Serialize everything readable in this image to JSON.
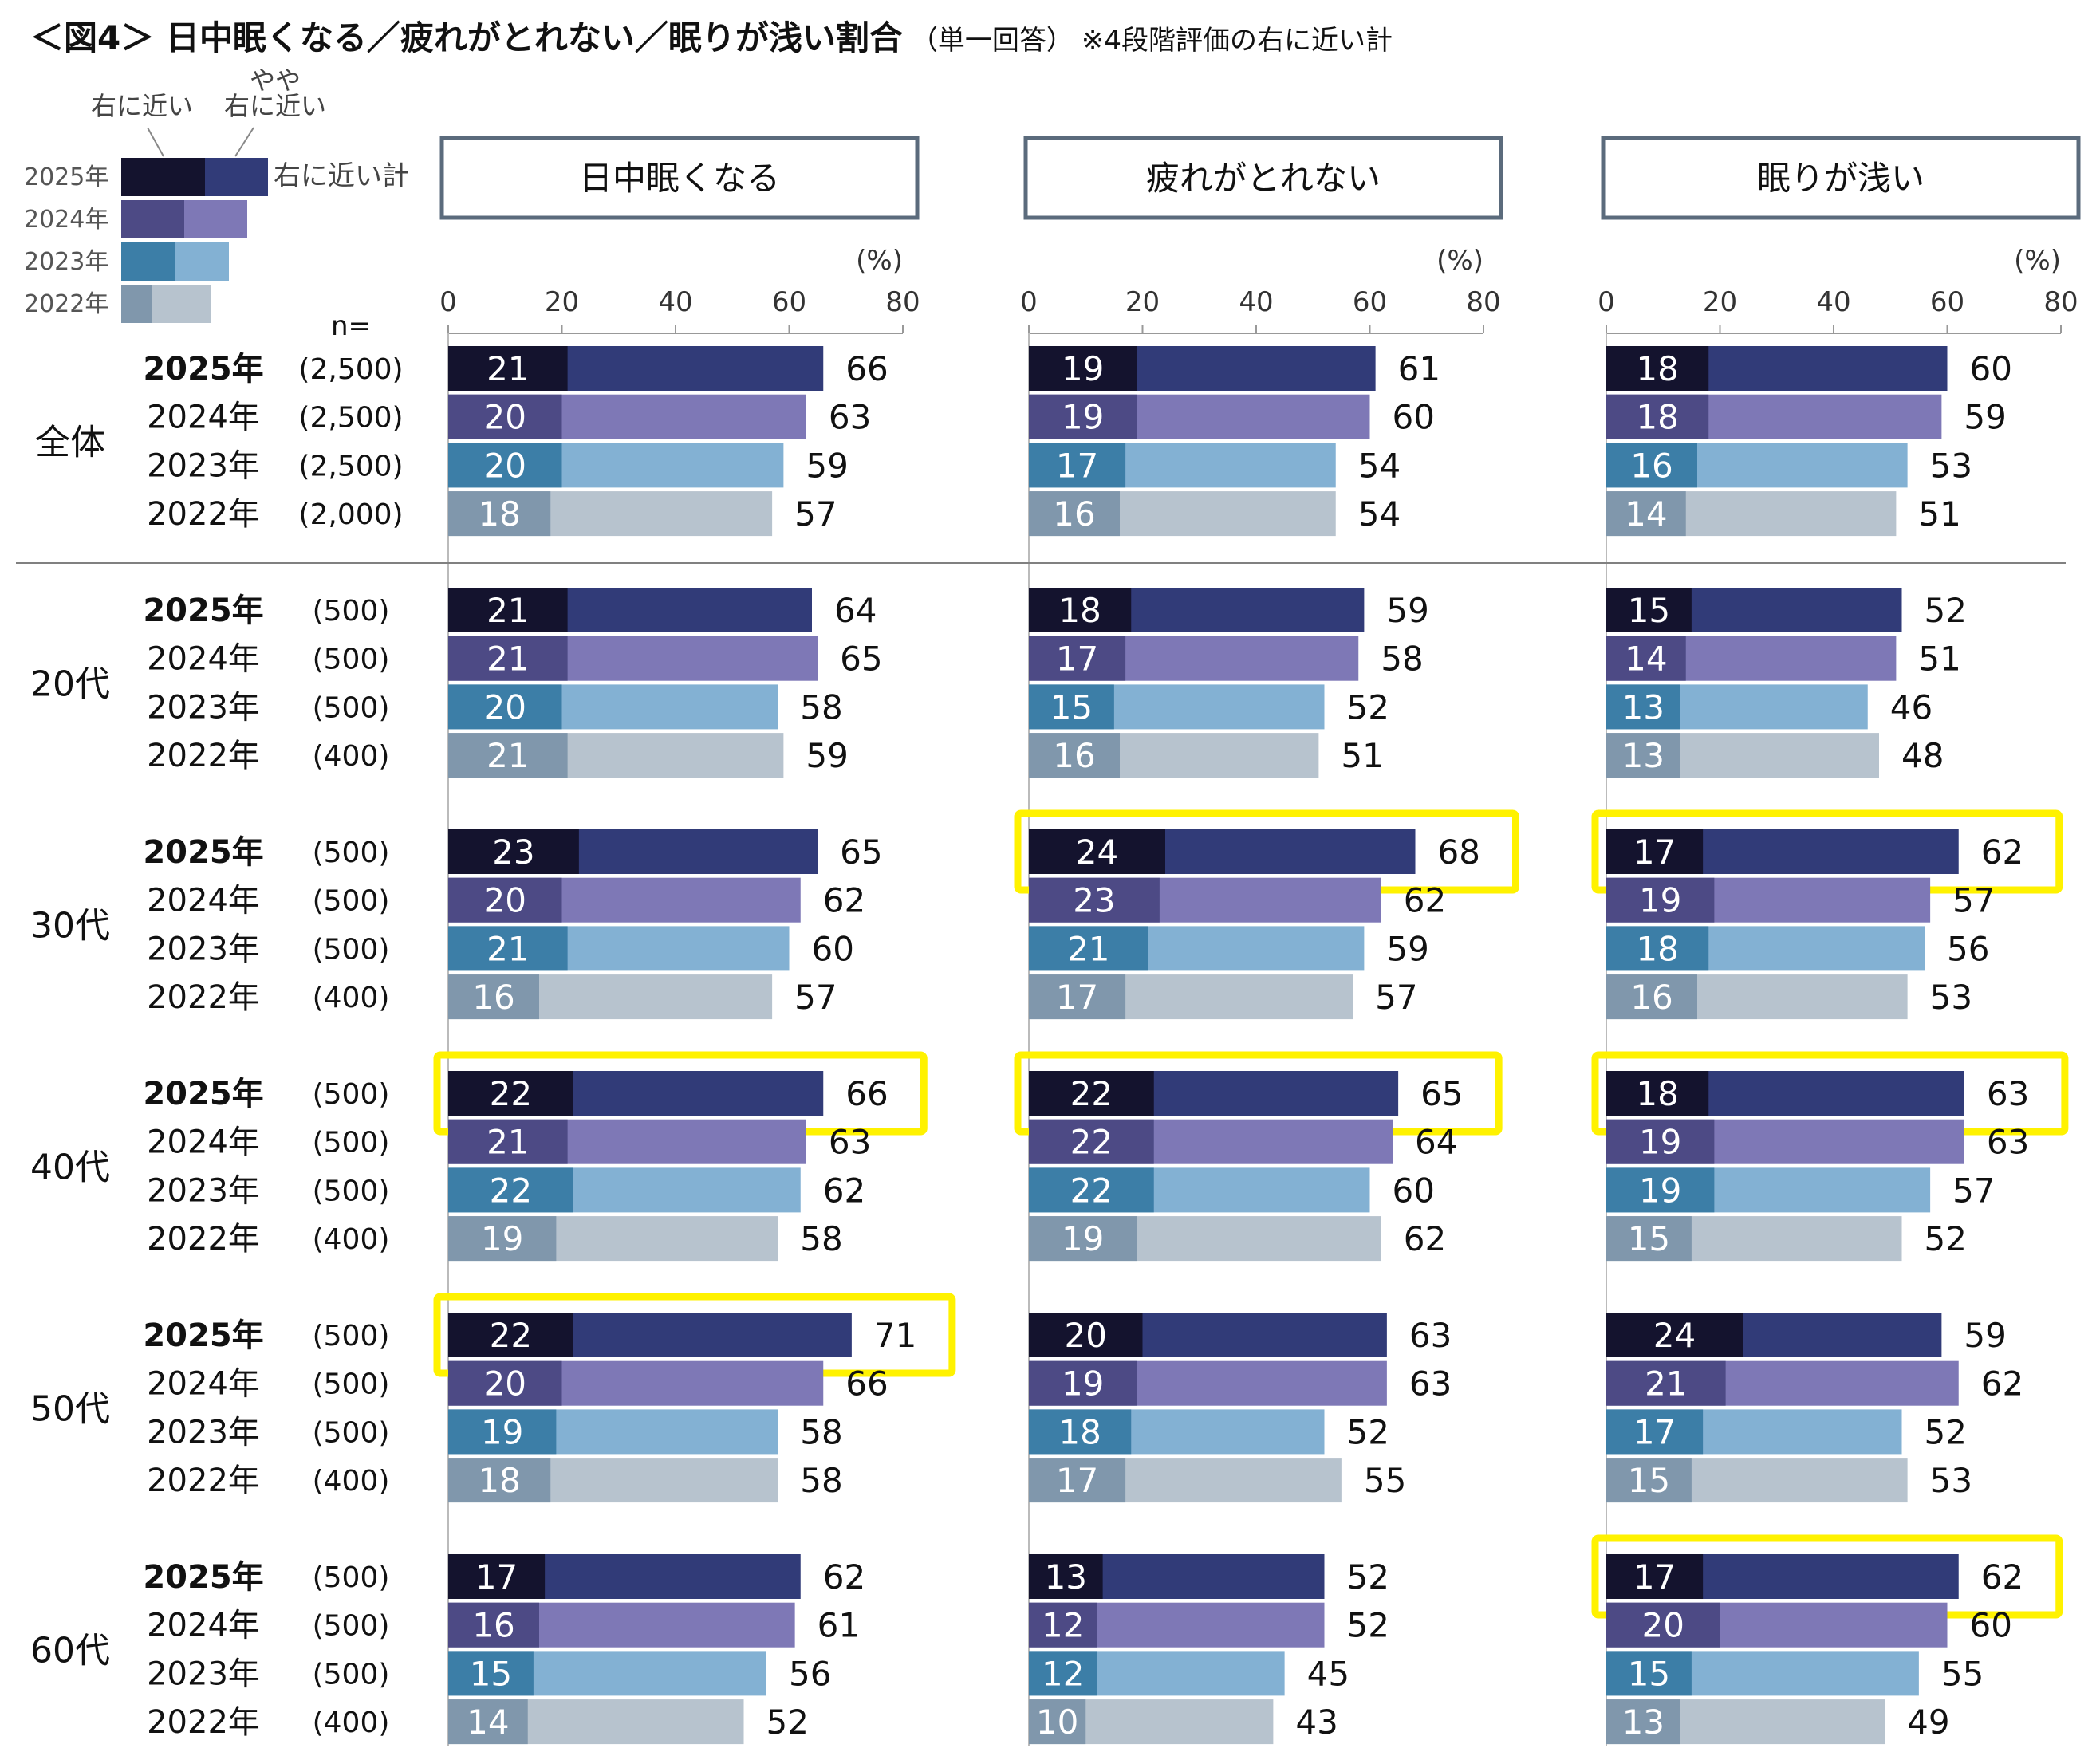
{
  "title": "＜図4＞ 日中眠くなる／疲れがとれない／眠りが浅い割合",
  "subtitle": "（単一回答）",
  "note": "※4段階評価の右に近い計",
  "n_label": "n=",
  "unit_label": "(%)",
  "legend": {
    "top_label": "右に近い",
    "mid_label_line1": "やや",
    "mid_label_line2": "右に近い",
    "total_label": "右に近い計",
    "years": [
      "2025年",
      "2024年",
      "2023年",
      "2022年"
    ]
  },
  "colors": {
    "dark": [
      "#14132e",
      "#4d4a85",
      "#3c7ea7",
      "#8097ac"
    ],
    "light": [
      "#313b78",
      "#7e78b6",
      "#83b1d3",
      "#b7c3ce"
    ],
    "highlight": "#fff200",
    "panel_border": "#5b6b7c",
    "divider": "#808080"
  },
  "chart_data": {
    "type": "bar",
    "orientation": "horizontal-stacked",
    "panels": [
      "日中眠くなる",
      "疲れがとれない",
      "眠りが浅い"
    ],
    "xlim": [
      0,
      80
    ],
    "xticks": [
      "0",
      "20",
      "40",
      "60",
      "80"
    ],
    "groups": [
      {
        "name": "全体",
        "rows": [
          {
            "year": "2025年",
            "n": "(2,500)",
            "values": [
              [
                21,
                66
              ],
              [
                19,
                61
              ],
              [
                18,
                60
              ]
            ],
            "bold": true,
            "highlight": [
              false,
              false,
              false
            ]
          },
          {
            "year": "2024年",
            "n": "(2,500)",
            "values": [
              [
                20,
                63
              ],
              [
                19,
                60
              ],
              [
                18,
                59
              ]
            ],
            "bold": false,
            "highlight": [
              false,
              false,
              false
            ]
          },
          {
            "year": "2023年",
            "n": "(2,500)",
            "values": [
              [
                20,
                59
              ],
              [
                17,
                54
              ],
              [
                16,
                53
              ]
            ],
            "bold": false,
            "highlight": [
              false,
              false,
              false
            ]
          },
          {
            "year": "2022年",
            "n": "(2,000)",
            "values": [
              [
                18,
                57
              ],
              [
                16,
                54
              ],
              [
                14,
                51
              ]
            ],
            "bold": false,
            "highlight": [
              false,
              false,
              false
            ]
          }
        ]
      },
      {
        "name": "20代",
        "rows": [
          {
            "year": "2025年",
            "n": "(500)",
            "values": [
              [
                21,
                64
              ],
              [
                18,
                59
              ],
              [
                15,
                52
              ]
            ],
            "bold": true,
            "highlight": [
              false,
              false,
              false
            ]
          },
          {
            "year": "2024年",
            "n": "(500)",
            "values": [
              [
                21,
                65
              ],
              [
                17,
                58
              ],
              [
                14,
                51
              ]
            ],
            "bold": false,
            "highlight": [
              false,
              false,
              false
            ]
          },
          {
            "year": "2023年",
            "n": "(500)",
            "values": [
              [
                20,
                58
              ],
              [
                15,
                52
              ],
              [
                13,
                46
              ]
            ],
            "bold": false,
            "highlight": [
              false,
              false,
              false
            ]
          },
          {
            "year": "2022年",
            "n": "(400)",
            "values": [
              [
                21,
                59
              ],
              [
                16,
                51
              ],
              [
                13,
                48
              ]
            ],
            "bold": false,
            "highlight": [
              false,
              false,
              false
            ]
          }
        ]
      },
      {
        "name": "30代",
        "rows": [
          {
            "year": "2025年",
            "n": "(500)",
            "values": [
              [
                23,
                65
              ],
              [
                24,
                68
              ],
              [
                17,
                62
              ]
            ],
            "bold": true,
            "highlight": [
              false,
              true,
              true
            ]
          },
          {
            "year": "2024年",
            "n": "(500)",
            "values": [
              [
                20,
                62
              ],
              [
                23,
                62
              ],
              [
                19,
                57
              ]
            ],
            "bold": false,
            "highlight": [
              false,
              false,
              false
            ]
          },
          {
            "year": "2023年",
            "n": "(500)",
            "values": [
              [
                21,
                60
              ],
              [
                21,
                59
              ],
              [
                18,
                56
              ]
            ],
            "bold": false,
            "highlight": [
              false,
              false,
              false
            ]
          },
          {
            "year": "2022年",
            "n": "(400)",
            "values": [
              [
                16,
                57
              ],
              [
                17,
                57
              ],
              [
                16,
                53
              ]
            ],
            "bold": false,
            "highlight": [
              false,
              false,
              false
            ]
          }
        ]
      },
      {
        "name": "40代",
        "rows": [
          {
            "year": "2025年",
            "n": "(500)",
            "values": [
              [
                22,
                66
              ],
              [
                22,
                65
              ],
              [
                18,
                63
              ]
            ],
            "bold": true,
            "highlight": [
              true,
              true,
              true
            ]
          },
          {
            "year": "2024年",
            "n": "(500)",
            "values": [
              [
                21,
                63
              ],
              [
                22,
                64
              ],
              [
                19,
                63
              ]
            ],
            "bold": false,
            "highlight": [
              false,
              false,
              false
            ]
          },
          {
            "year": "2023年",
            "n": "(500)",
            "values": [
              [
                22,
                62
              ],
              [
                22,
                60
              ],
              [
                19,
                57
              ]
            ],
            "bold": false,
            "highlight": [
              false,
              false,
              false
            ]
          },
          {
            "year": "2022年",
            "n": "(400)",
            "values": [
              [
                19,
                58
              ],
              [
                19,
                62
              ],
              [
                15,
                52
              ]
            ],
            "bold": false,
            "highlight": [
              false,
              false,
              false
            ]
          }
        ]
      },
      {
        "name": "50代",
        "rows": [
          {
            "year": "2025年",
            "n": "(500)",
            "values": [
              [
                22,
                71
              ],
              [
                20,
                63
              ],
              [
                24,
                59
              ]
            ],
            "bold": true,
            "highlight": [
              true,
              false,
              false
            ]
          },
          {
            "year": "2024年",
            "n": "(500)",
            "values": [
              [
                20,
                66
              ],
              [
                19,
                63
              ],
              [
                21,
                62
              ]
            ],
            "bold": false,
            "highlight": [
              false,
              false,
              false
            ]
          },
          {
            "year": "2023年",
            "n": "(500)",
            "values": [
              [
                19,
                58
              ],
              [
                18,
                52
              ],
              [
                17,
                52
              ]
            ],
            "bold": false,
            "highlight": [
              false,
              false,
              false
            ]
          },
          {
            "year": "2022年",
            "n": "(400)",
            "values": [
              [
                18,
                58
              ],
              [
                17,
                55
              ],
              [
                15,
                53
              ]
            ],
            "bold": false,
            "highlight": [
              false,
              false,
              false
            ]
          }
        ]
      },
      {
        "name": "60代",
        "rows": [
          {
            "year": "2025年",
            "n": "(500)",
            "values": [
              [
                17,
                62
              ],
              [
                13,
                52
              ],
              [
                17,
                62
              ]
            ],
            "bold": true,
            "highlight": [
              false,
              false,
              true
            ]
          },
          {
            "year": "2024年",
            "n": "(500)",
            "values": [
              [
                16,
                61
              ],
              [
                12,
                52
              ],
              [
                20,
                60
              ]
            ],
            "bold": false,
            "highlight": [
              false,
              false,
              false
            ]
          },
          {
            "year": "2023年",
            "n": "(500)",
            "values": [
              [
                15,
                56
              ],
              [
                12,
                45
              ],
              [
                15,
                55
              ]
            ],
            "bold": false,
            "highlight": [
              false,
              false,
              false
            ]
          },
          {
            "year": "2022年",
            "n": "(400)",
            "values": [
              [
                14,
                52
              ],
              [
                10,
                43
              ],
              [
                13,
                49
              ]
            ],
            "bold": false,
            "highlight": [
              false,
              false,
              false
            ]
          }
        ]
      }
    ]
  }
}
